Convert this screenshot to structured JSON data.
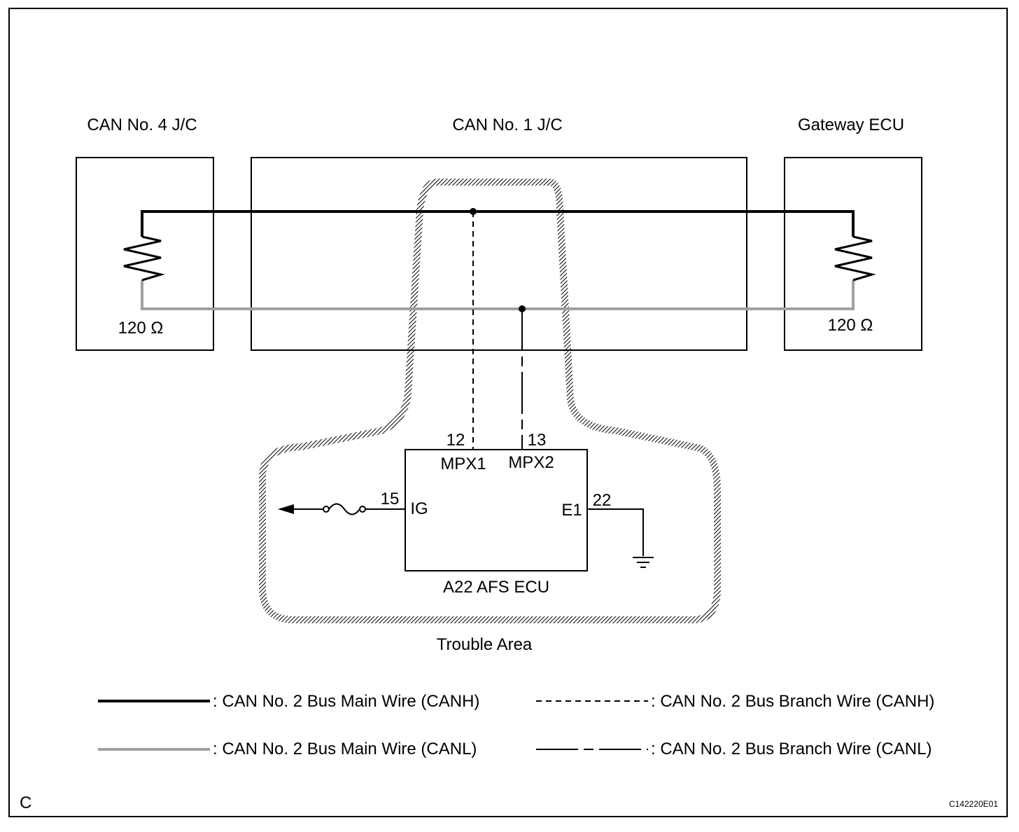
{
  "corner_letter": "C",
  "figure_id": "C142220E01",
  "components": {
    "can4_jc": {
      "label": "CAN No. 4 J/C",
      "resistor_value": "120 Ω"
    },
    "can1_jc": {
      "label": "CAN No. 1 J/C"
    },
    "gateway_ecu": {
      "label": "Gateway ECU",
      "resistor_value": "120 Ω"
    },
    "afs_ecu": {
      "label": "A22 AFS ECU",
      "pins": {
        "mpx1": {
          "number": "12",
          "name": "MPX1"
        },
        "mpx2": {
          "number": "13",
          "name": "MPX2"
        },
        "ig": {
          "number": "15",
          "name": "IG"
        },
        "e1": {
          "number": "22",
          "name": "E1"
        }
      }
    }
  },
  "trouble_area": {
    "label": "Trouble Area"
  },
  "legend": {
    "main_canh": ": CAN No. 2 Bus Main Wire (CANH)",
    "branch_canh": ": CAN No. 2 Bus Branch Wire (CANH)",
    "main_canl": ": CAN No. 2 Bus Main Wire (CANL)",
    "branch_canl": ": CAN No. 2 Bus Branch Wire (CANL)"
  },
  "icons": [
    "resistor-icon",
    "fuse-icon",
    "ground-icon",
    "arrow-icon"
  ],
  "colors": {
    "line": "#000000",
    "canl": "#a0a0a0",
    "background": "#ffffff"
  }
}
